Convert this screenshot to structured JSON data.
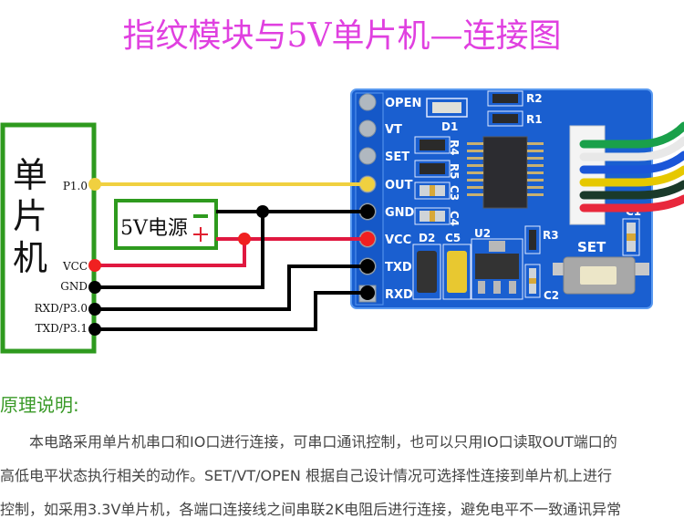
{
  "title": "指纹模块与5V单片机—连接图",
  "mcu": {
    "name_chars": [
      "单",
      "片",
      "机"
    ],
    "pins": [
      "P1.0",
      "VCC",
      "GND",
      "RXD/P3.0",
      "TXD/P3.1"
    ]
  },
  "power_supply": {
    "label": "5V电源",
    "minus": "−",
    "plus": "+"
  },
  "module": {
    "pins": [
      "OPEN",
      "VT",
      "SET",
      "OUT",
      "GND",
      "VCC",
      "TXD",
      "RXD"
    ],
    "components": {
      "d1": "D1",
      "r1": "R1",
      "r2": "R2",
      "r3": "R3",
      "r4": "R4",
      "r5": "R5",
      "c1": "C1",
      "c2": "C2",
      "c3": "C3",
      "c4": "C4",
      "c5": "C5",
      "d2": "D2",
      "u2": "U2",
      "set_button": "SET"
    },
    "cable_colors": [
      "#1aa04a",
      "#e8e8e8",
      "#1a56d8",
      "#e6c800",
      "#1a3a2a",
      "#e8283c"
    ]
  },
  "wires": [
    {
      "from": "P1.0",
      "to": "OUT",
      "color": "#f0d040"
    },
    {
      "from": "5V-",
      "to": "GND",
      "color": "#000000"
    },
    {
      "from": "5V+",
      "to": "VCC",
      "color": "#e01840"
    },
    {
      "from": "VCC(MCU)",
      "to": "5V+",
      "color": "#e01840"
    },
    {
      "from": "GND(MCU)",
      "to": "GND",
      "color": "#000000"
    },
    {
      "from": "RXD/P3.0",
      "to": "TXD",
      "color": "#000000"
    },
    {
      "from": "TXD/P3.1",
      "to": "RXD",
      "color": "#000000"
    }
  ],
  "explanation": {
    "heading": "原理说明:",
    "lines": [
      "　　本电路采用单片机串口和IO口进行连接，可串口通讯控制，也可以只用IO口读取OUT端口的",
      "高低电平状态执行相关的动作。SET/VT/OPEN 根据自己设计情况可选择性连接到单片机上进行",
      "控制，如采用3.3V单片机，各端口连接线之间串联2K电阻后进行连接，避免电平不一致通讯异常"
    ]
  }
}
